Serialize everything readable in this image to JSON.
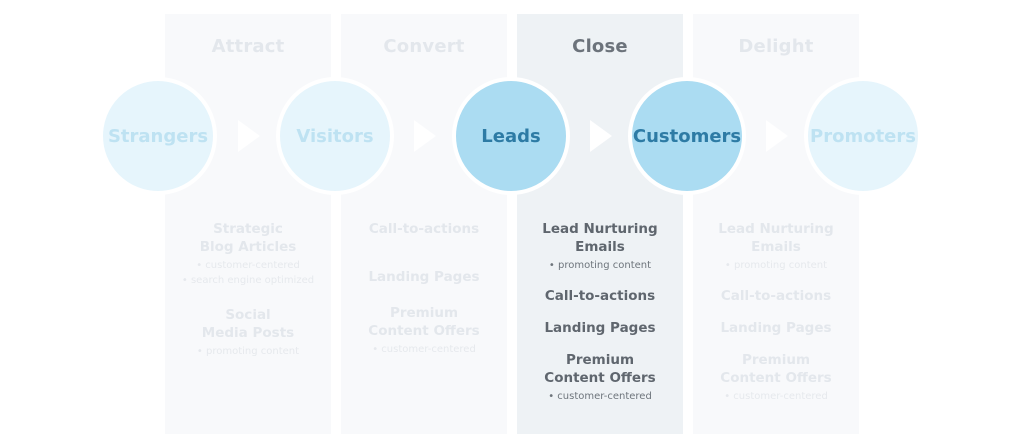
{
  "stages": [
    "Attract",
    "Convert",
    "Close",
    "Delight"
  ],
  "circles": [
    "Strangers",
    "Visitors",
    "Leads",
    "Customers",
    "Promoters"
  ],
  "attract": {
    "item1": "Strategic Blog Articles",
    "sub1a": "• customer-centered",
    "sub1b": "• search engine optimized",
    "item2": "Social Media Posts",
    "sub2": "• promoting content"
  },
  "convert": {
    "item1": "Call-to-actions",
    "item2": "Landing Pages",
    "item3": "Premium Content Offers",
    "sub3": "• customer-centered"
  },
  "close": {
    "item1": "Lead Nurturing Emails",
    "sub1": "• promoting content",
    "item2": "Call-to-actions",
    "item3": "Landing Pages",
    "item4": "Premium Content Offers",
    "sub4": "• customer-centered"
  },
  "delight": {
    "item1": "Lead Nurturing Emails",
    "sub1": "• promoting content",
    "item2": "Call-to-actions",
    "item3": "Landing Pages",
    "item4": "Premium Content Offers",
    "sub4": "• customer-centered"
  }
}
